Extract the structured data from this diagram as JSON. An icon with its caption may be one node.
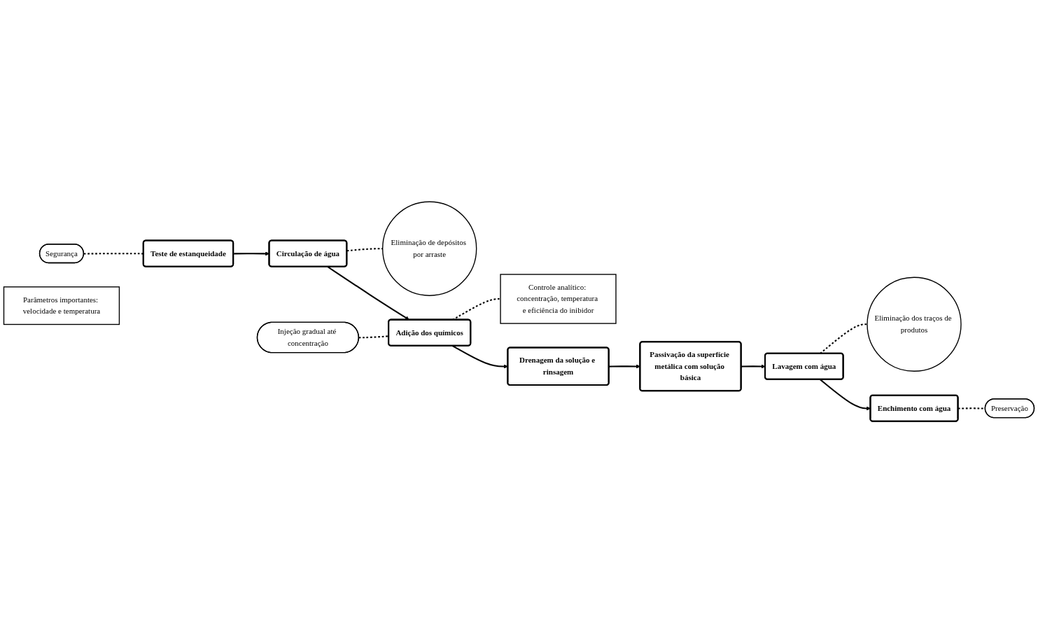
{
  "diagram": {
    "nodes": [
      {
        "text": [
          "Segurança"
        ]
      },
      {
        "text": [
          "Teste de estanqueidade"
        ]
      },
      {
        "text": [
          "Circulação de água"
        ]
      },
      {
        "text": [
          "Eliminação de depósitos por arraste"
        ]
      },
      {
        "text": [
          "Injeção gradual até concentração"
        ]
      },
      {
        "text": [
          "Adição dos químicos"
        ]
      },
      {
        "text": [
          "Controle analítico: concentração, temperatura e eficiência do inibidor"
        ]
      },
      {
        "text": [
          "Drenagem da solução e rinsagem"
        ]
      },
      {
        "text": [
          "Parâmetros importantes: velocidade e temperatura"
        ]
      },
      {
        "text": [
          "Passivação da superfície metálica com solução básica"
        ]
      },
      {
        "text": [
          "Lavagem com água"
        ]
      },
      {
        "text": [
          "Eliminação dos traços de produtos"
        ]
      },
      {
        "text": [
          "Preservação"
        ]
      },
      {
        "text": [
          "Enchimento com água"
        ]
      }
    ],
    "edges": [
      {
        "from": 0,
        "to": 1,
        "arrow": "none",
        "style": "dashed"
      },
      {
        "from": 1,
        "to": 2,
        "arrow": "to"
      },
      {
        "from": 2,
        "to": 3,
        "arrow": "none",
        "style": "dashed"
      },
      {
        "from": 2,
        "to": 5,
        "arrow": "to"
      },
      {
        "from": 4,
        "to": 5,
        "arrow": "none",
        "style": "dashed"
      },
      {
        "from": 5,
        "to": 6,
        "arrow": "none",
        "style": "dashed"
      },
      {
        "from": 5,
        "to": 7,
        "arrow": "to"
      },
      {
        "from": 7,
        "to": 9,
        "arrow": "to"
      },
      {
        "from": 9,
        "to": 10,
        "arrow": "to"
      },
      {
        "from": 10,
        "to": 11,
        "arrow": "none",
        "style": "dashed"
      },
      {
        "from": 10,
        "to": 13,
        "arrow": "to"
      },
      {
        "from": 13,
        "to": 12,
        "arrow": "none",
        "style": "dashed"
      }
    ]
  }
}
